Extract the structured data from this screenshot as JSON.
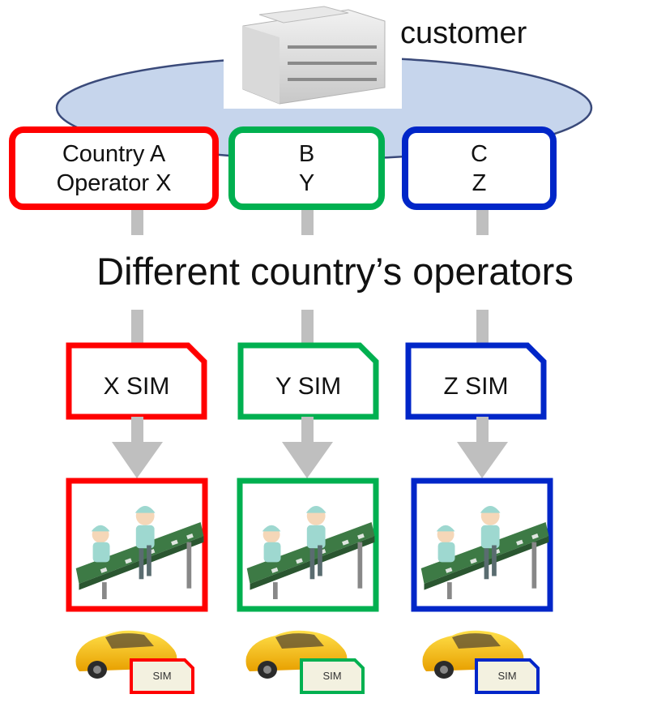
{
  "customer": {
    "label": "customer",
    "icon": "office-building-icon",
    "oval_color": "#c6d5ec"
  },
  "title": "Different country’s operators",
  "operators": [
    {
      "country": "Country A",
      "operator": "Operator X",
      "color": "#ff0000"
    },
    {
      "country": "B",
      "operator": "Y",
      "color": "#00b050"
    },
    {
      "country": "C",
      "operator": "Z",
      "color": "#0026c8"
    }
  ],
  "sims": [
    {
      "label": "X SIM",
      "color": "#ff0000"
    },
    {
      "label": "Y SIM",
      "color": "#00b050"
    },
    {
      "label": "Z SIM",
      "color": "#0026c8"
    }
  ],
  "factories": [
    {
      "icon": "factory-workers-conveyor-icon",
      "color": "#ff0000"
    },
    {
      "icon": "factory-workers-conveyor-icon",
      "color": "#00b050"
    },
    {
      "icon": "factory-workers-conveyor-icon",
      "color": "#0026c8"
    }
  ],
  "cars": [
    {
      "icon": "car-icon",
      "sim_label": "SIM",
      "color": "#ff0000"
    },
    {
      "icon": "car-icon",
      "sim_label": "SIM",
      "color": "#00b050"
    },
    {
      "icon": "car-icon",
      "sim_label": "SIM",
      "color": "#0026c8"
    }
  ],
  "connector_color": "#bfbfbf"
}
